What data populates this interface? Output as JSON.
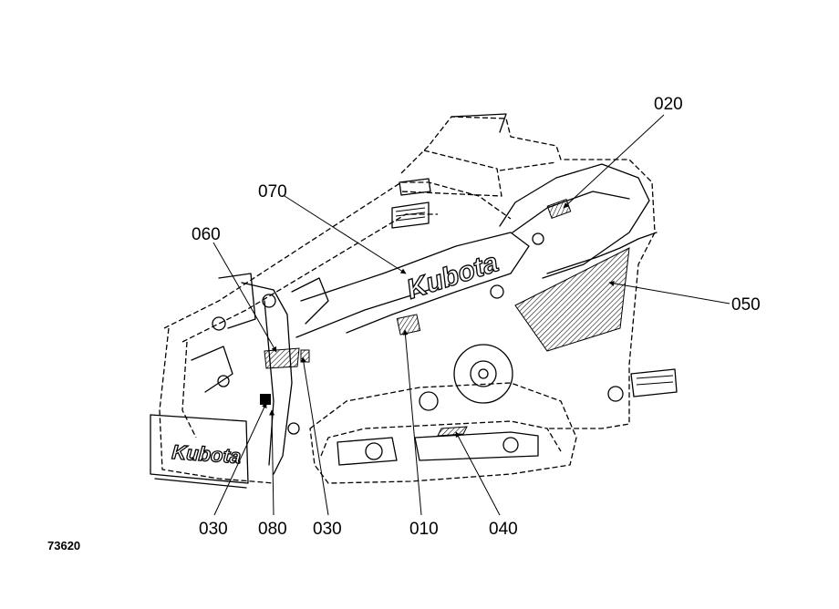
{
  "brand": {
    "logo_text": "Kubota"
  },
  "figure_id": "73620",
  "callouts": {
    "c010": "010",
    "c020": "020",
    "c030a": "030",
    "c030b": "030",
    "c040": "040",
    "c050": "050",
    "c060": "060",
    "c070": "070",
    "c080": "080"
  },
  "colors": {
    "line": "#000000",
    "background": "#ffffff"
  }
}
